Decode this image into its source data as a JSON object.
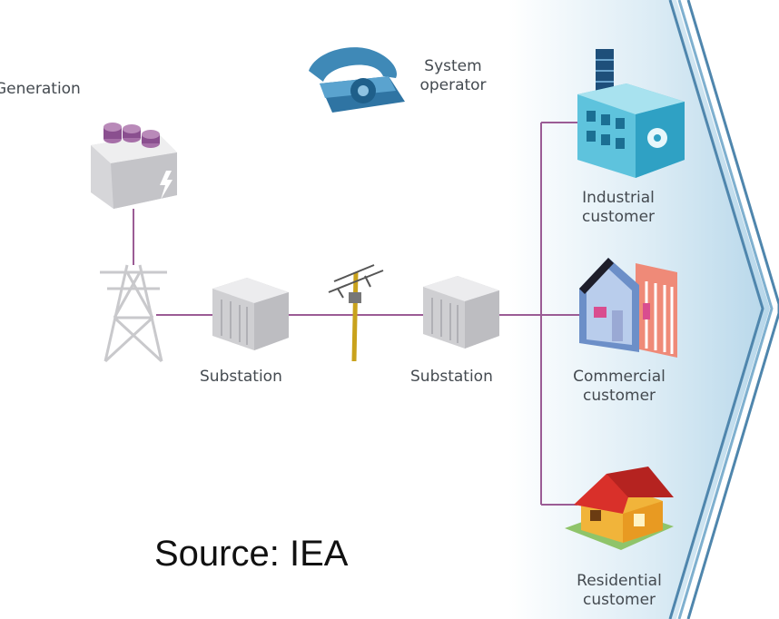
{
  "labels": {
    "generation": "Generation",
    "system_operator_line1": "System",
    "system_operator_line2": "operator",
    "substation_1": "Substation",
    "substation_2": "Substation",
    "industrial_line1": "Industrial",
    "industrial_line2": "customer",
    "commercial_line1": "Commercial",
    "commercial_line2": "customer",
    "residential_line1": "Residential",
    "residential_line2": "customer"
  },
  "source": "Source: IEA",
  "icons": [
    "generator-icon",
    "telephone-icon",
    "transmission-tower-icon",
    "substation-icon",
    "utility-pole-icon",
    "factory-icon",
    "commercial-building-icon",
    "house-icon"
  ],
  "colors": {
    "line": "#9b5c95",
    "chevron": "#4f86ad",
    "panel": "#c9e3f1",
    "industrial": "#5ec3dd",
    "generator_cap": "#8a4f8f",
    "phone": "#3f89b7",
    "pole": "#c9a21c",
    "house_roof": "#d9302a",
    "house_wall": "#f1b43a",
    "commercial_wall": "#ef8a78",
    "commercial_front": "#6c8fc8"
  }
}
